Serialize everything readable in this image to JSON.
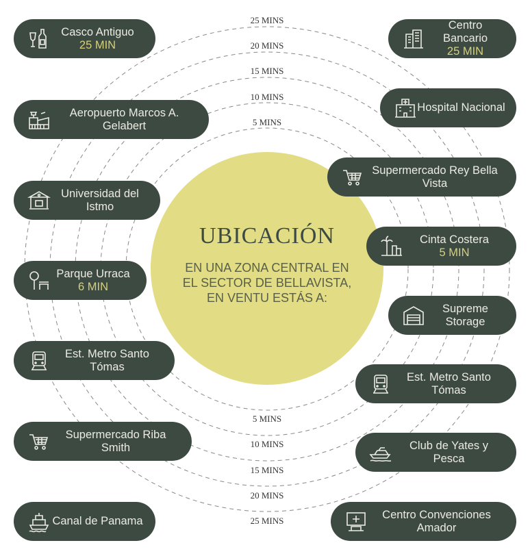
{
  "center": {
    "title": "UBICACIÓN",
    "subtitle": "EN UNA ZONA CENTRAL EN EL SECTOR DE BELLAVISTA, EN VENTU ESTÁS A:"
  },
  "rings": {
    "top": [
      "25 MINS",
      "20 MINS",
      "15 MINS",
      "10 MINS",
      "5 MINS"
    ],
    "bottom": [
      "5 MINS",
      "10 MINS",
      "15 MINS",
      "20 MINS",
      "25 MINS"
    ]
  },
  "places": [
    {
      "name": "Casco Antiguo",
      "time": "25 MIN",
      "icon": "wine-icon"
    },
    {
      "name": "Aeropuerto Marcos A. Gelabert",
      "icon": "airport-icon"
    },
    {
      "name": "Universidad del Istmo",
      "icon": "university-icon"
    },
    {
      "name": "Parque Urraca",
      "time": "6 MIN",
      "icon": "park-icon"
    },
    {
      "name": "Est. Metro Santo Tómas",
      "icon": "train-icon"
    },
    {
      "name": "Supermercado Riba Smith",
      "icon": "cart-icon"
    },
    {
      "name": "Canal de Panama",
      "icon": "ship-icon"
    },
    {
      "name": "Centro Bancario",
      "time": "25 MIN",
      "icon": "bank-building-icon"
    },
    {
      "name": "Hospital Nacional",
      "icon": "hospital-icon"
    },
    {
      "name": "Supermercado Rey Bella Vista",
      "icon": "cart-icon"
    },
    {
      "name": "Cinta Costera",
      "time": "5 MIN",
      "icon": "palm-city-icon"
    },
    {
      "name": "Supreme Storage",
      "icon": "storage-icon"
    },
    {
      "name": "Est. Metro Santo Tómas",
      "icon": "train-icon"
    },
    {
      "name": "Club de Yates y Pesca",
      "icon": "yacht-icon"
    },
    {
      "name": "Centro Convenciones Amador",
      "icon": "convention-icon"
    }
  ],
  "colors": {
    "pill": "#3d4a41",
    "circle": "#e2dc84",
    "accent": "#d7d07a"
  }
}
